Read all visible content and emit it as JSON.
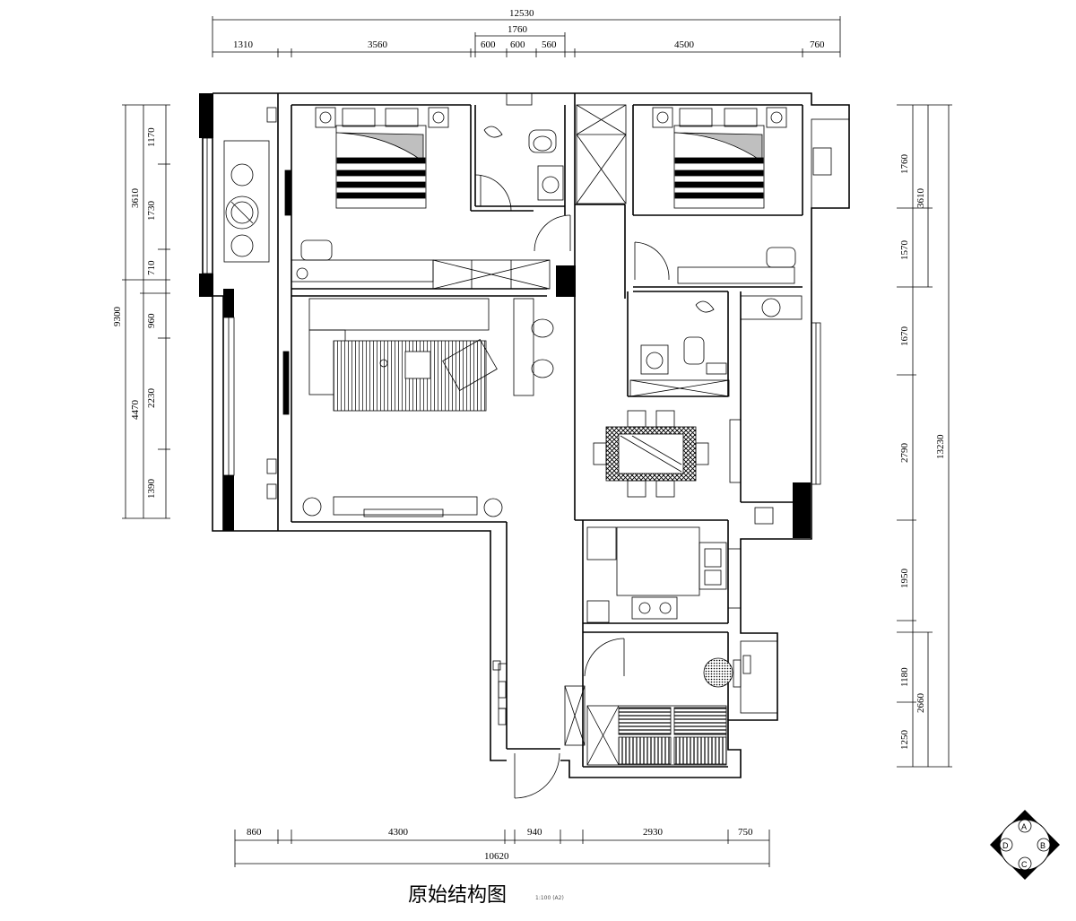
{
  "title": "原始结构图",
  "scale_text": "1:100 (A2)",
  "dims": {
    "top_total": "12530",
    "top_sub": "1760",
    "top": [
      "1310",
      "3560",
      "600",
      "600",
      "560",
      "4500",
      "760"
    ],
    "bottom_total": "10620",
    "bottom": [
      "860",
      "4300",
      "940",
      "2930",
      "750"
    ],
    "left_total": "9300",
    "left_upper": "3610",
    "left_lower": "4470",
    "left": [
      "1170",
      "1730",
      "710",
      "960",
      "2230",
      "1390"
    ],
    "right_total": "13230",
    "right_upper": "3610",
    "right_lower": "2660",
    "right": [
      "1760",
      "1570",
      "1670",
      "2790",
      "1950",
      "1180",
      "1250"
    ]
  },
  "compass": {
    "a": "A",
    "b": "B",
    "c": "C",
    "d": "D"
  }
}
